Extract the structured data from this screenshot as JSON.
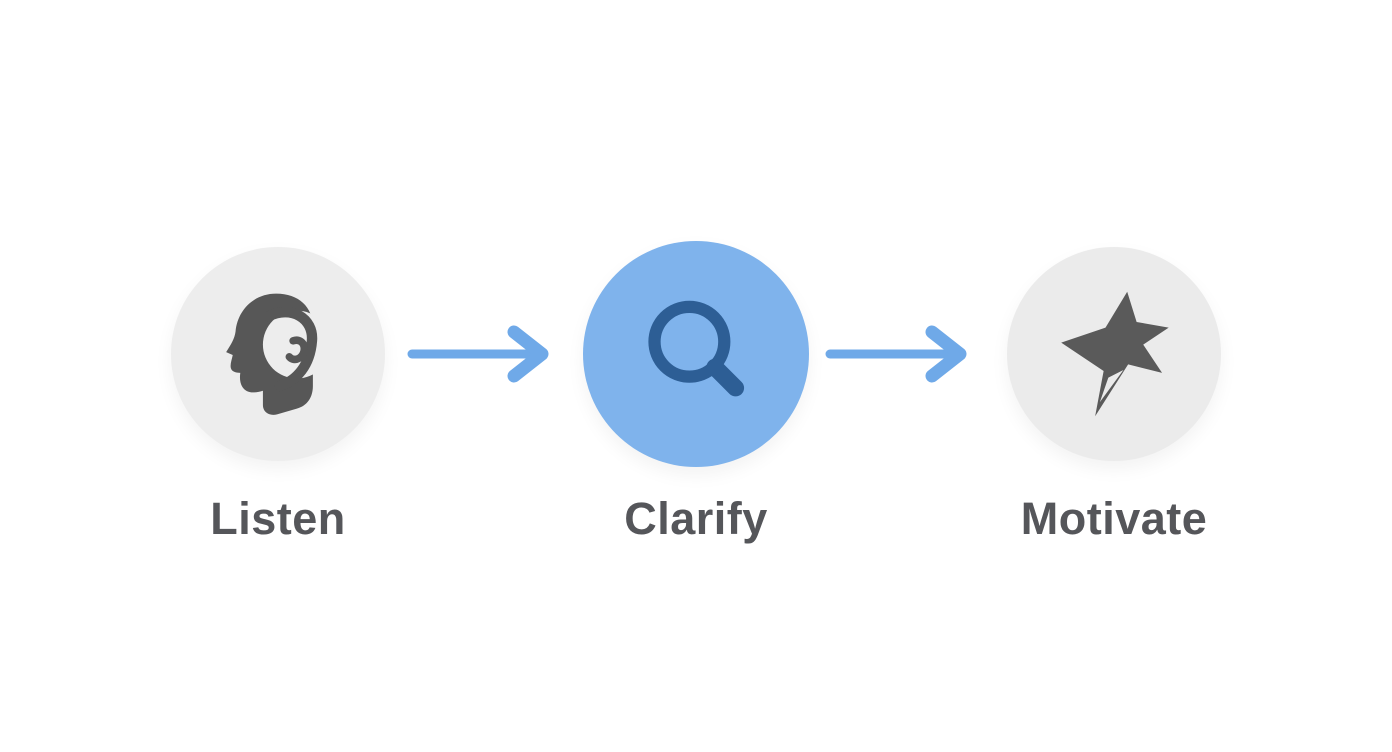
{
  "colors": {
    "background": "#ffffff",
    "arrow": "#6fa9e8",
    "label": "#55565a"
  },
  "steps": [
    {
      "label": "Listen",
      "icon": "head-ear-listen-icon",
      "circle_color": "#ededed",
      "icon_color": "#575757"
    },
    {
      "label": "Clarify",
      "icon": "magnifier-search-icon",
      "circle_color": "#7fb3ec",
      "icon_color": "#2d5e95"
    },
    {
      "label": "Motivate",
      "icon": "shooting-star-icon",
      "circle_color": "#ebebeb",
      "icon_color": "#5a5a5a"
    }
  ],
  "arrows": [
    {
      "icon": "arrow-right-icon"
    },
    {
      "icon": "arrow-right-icon"
    }
  ]
}
